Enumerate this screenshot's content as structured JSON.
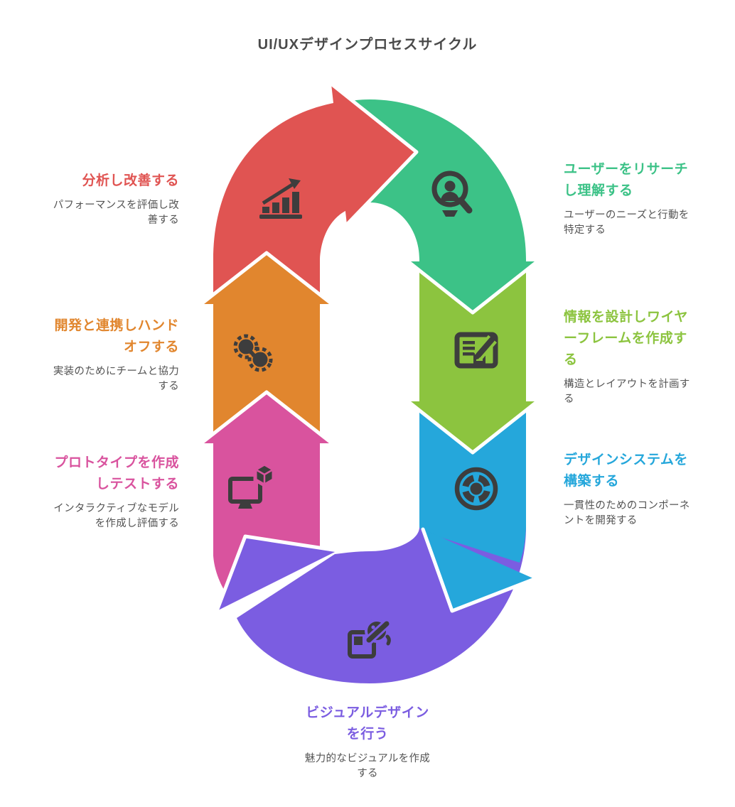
{
  "title": "UI/UXデザインプロセスサイクル",
  "colors": {
    "background": "#FFFFFF",
    "title": "#4A4A4A",
    "description": "#545454",
    "icon_glyph": "#3D3D3D",
    "separator": "#FFFFFF"
  },
  "steps": [
    {
      "name": "user-research",
      "label": "ユーザーをリサーチし理解する",
      "description": "ユーザーのニーズと行動を特定する",
      "color": "#3CC287",
      "icon": "user-search-icon"
    },
    {
      "name": "wireframes",
      "label": "情報を設計しワイヤーフレームを作成する",
      "description": "構造とレイアウトを計画する",
      "color": "#8CC43F",
      "icon": "wireframe-pencil-icon"
    },
    {
      "name": "design-system",
      "label": "デザインシステムを構築する",
      "description": "一貫性のためのコンポーネントを開発する",
      "color": "#25A7DB",
      "icon": "component-wheel-icon"
    },
    {
      "name": "visual-design",
      "label": "ビジュアルデザインを行う",
      "description": "魅力的なビジュアルを作成する",
      "color": "#7B5DE1",
      "icon": "palette-brush-icon"
    },
    {
      "name": "prototype-test",
      "label": "プロトタイプを作成しテストする",
      "description": "インタラクティブなモデルを作成し評価する",
      "color": "#D9539E",
      "icon": "monitor-cube-icon"
    },
    {
      "name": "dev-handoff",
      "label": "開発と連携しハンドオフする",
      "description": "実装のためにチームと協力する",
      "color": "#E1862E",
      "icon": "gears-icon"
    },
    {
      "name": "analyze-improve",
      "label": "分析し改善する",
      "description": "パフォーマンスを評価し改善する",
      "color": "#E05452",
      "icon": "growth-chart-icon"
    }
  ]
}
